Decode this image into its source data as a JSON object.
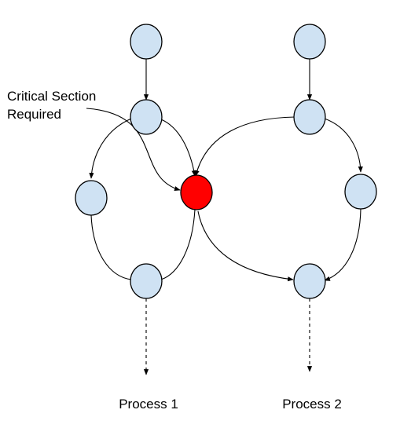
{
  "annotation": {
    "line1": "Critical Section",
    "line2": "Required"
  },
  "processes": [
    {
      "label": "Process 1"
    },
    {
      "label": "Process 2"
    }
  ],
  "colors": {
    "node_fill": "#cfe2f3",
    "critical_fill": "#ff0000",
    "stroke": "#000000",
    "background": "#ffffff"
  }
}
